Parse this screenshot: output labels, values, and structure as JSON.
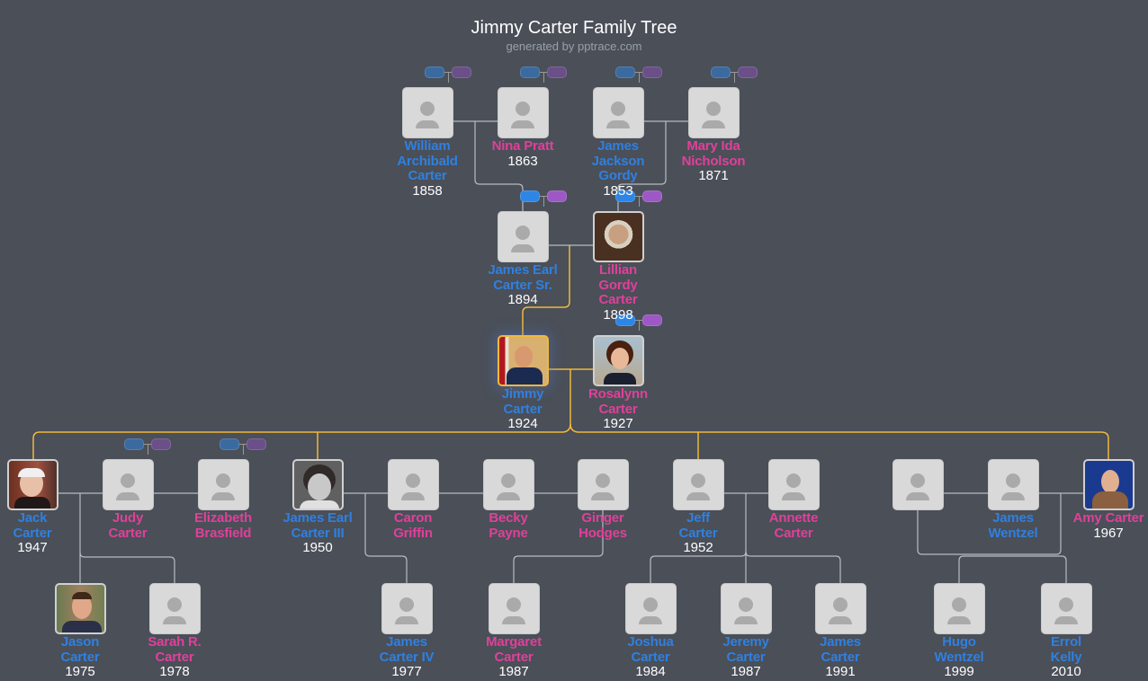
{
  "header": {
    "title": "Jimmy Carter Family Tree",
    "subtitle": "generated by pptrace.com"
  },
  "colors": {
    "background": "#4a4f58",
    "male": "#2f80e0",
    "female": "#e0409a",
    "line": "#b8bcc2",
    "direct_line": "#f0b93b",
    "father_button": "#2d86e6",
    "mother_button": "#9c58c4"
  },
  "people": {
    "william": {
      "name": "William Archibald Carter",
      "year": "1858",
      "gender": "male"
    },
    "nina": {
      "name": "Nina Pratt",
      "year": "1863",
      "gender": "female"
    },
    "james_jackson": {
      "name": "James Jackson Gordy",
      "year": "1853",
      "gender": "male"
    },
    "mary_ida": {
      "name": "Mary Ida Nicholson",
      "year": "1871",
      "gender": "female"
    },
    "james_earl_sr": {
      "name": "James Earl Carter Sr.",
      "year": "1894",
      "gender": "male"
    },
    "lillian": {
      "name": "Lillian Gordy Carter",
      "year": "1898",
      "gender": "female"
    },
    "jimmy": {
      "name": "Jimmy Carter",
      "year": "1924",
      "gender": "male",
      "focus": true
    },
    "rosalynn": {
      "name": "Rosalynn Carter",
      "year": "1927",
      "gender": "female"
    },
    "jack": {
      "name": "Jack Carter",
      "year": "1947",
      "gender": "male"
    },
    "judy": {
      "name": "Judy Carter",
      "year": "",
      "gender": "female"
    },
    "elizabeth": {
      "name": "Elizabeth Brasfield",
      "year": "",
      "gender": "female"
    },
    "james_iii": {
      "name": "James Earl Carter III",
      "year": "1950",
      "gender": "male"
    },
    "caron": {
      "name": "Caron Griffin",
      "year": "",
      "gender": "female"
    },
    "becky": {
      "name": "Becky Payne",
      "year": "",
      "gender": "female"
    },
    "ginger": {
      "name": "Ginger Hodges",
      "year": "",
      "gender": "female"
    },
    "jeff": {
      "name": "Jeff Carter",
      "year": "1952",
      "gender": "male"
    },
    "annette": {
      "name": "Annette Carter",
      "year": "",
      "gender": "female"
    },
    "unknown": {
      "name": "",
      "year": "",
      "gender": "male"
    },
    "james_wentzel": {
      "name": "James Wentzel",
      "year": "",
      "gender": "male"
    },
    "amy": {
      "name": "Amy Carter",
      "year": "1967",
      "gender": "female"
    },
    "jason": {
      "name": "Jason Carter",
      "year": "1975",
      "gender": "male"
    },
    "sarah": {
      "name": "Sarah R. Carter",
      "year": "1978",
      "gender": "female"
    },
    "james_iv": {
      "name": "James Carter IV",
      "year": "1977",
      "gender": "male"
    },
    "margaret": {
      "name": "Margaret Carter",
      "year": "1987",
      "gender": "female"
    },
    "joshua": {
      "name": "Joshua Carter",
      "year": "1984",
      "gender": "male"
    },
    "jeremy": {
      "name": "Jeremy Carter",
      "year": "1987",
      "gender": "male"
    },
    "james_c": {
      "name": "James Carter",
      "year": "1991",
      "gender": "male"
    },
    "hugo": {
      "name": "Hugo Wentzel",
      "year": "1999",
      "gender": "male"
    },
    "errol": {
      "name": "Errol Kelly",
      "year": "2010",
      "gender": "male"
    }
  },
  "icons": {
    "placeholder": "person-silhouette-icon",
    "expand_father": "father-expand-button",
    "expand_mother": "mother-expand-button"
  }
}
